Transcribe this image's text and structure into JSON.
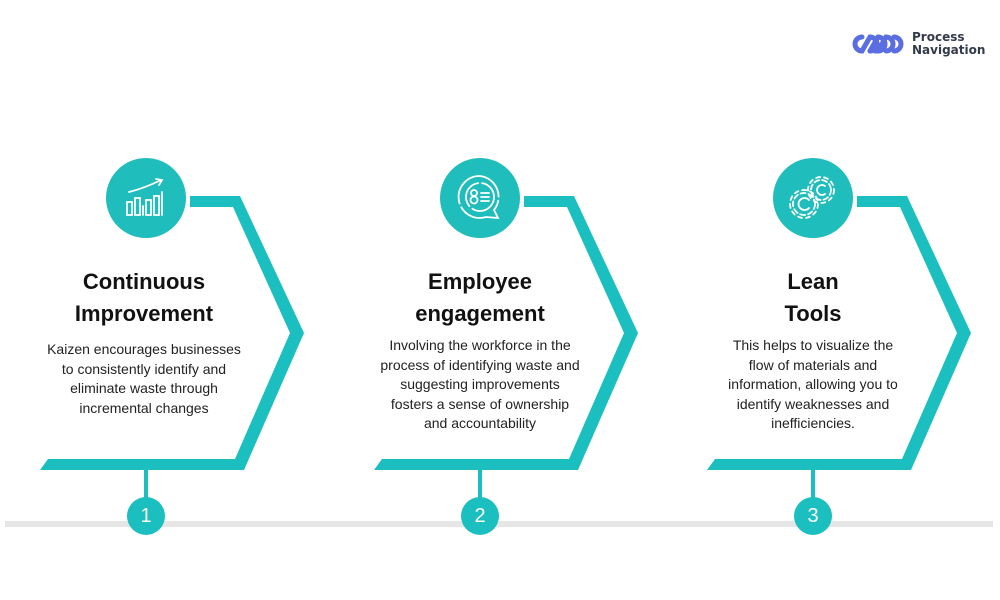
{
  "brand": {
    "line1": "Process",
    "line2": "Navigation",
    "logo_color": "#5b6ee1"
  },
  "colors": {
    "accent": "#1bbfbf",
    "timeline": "#e6e6e6",
    "heading": "#111111",
    "body": "#222222"
  },
  "steps": [
    {
      "number": "1",
      "icon": "growth-chart-icon",
      "title_line1": "Continuous",
      "title_line2": "Improvement",
      "description": "Kaizen encourages businesses to consistently identify and eliminate waste through incremental changes"
    },
    {
      "number": "2",
      "icon": "chat-engagement-icon",
      "title_line1": "Employee",
      "title_line2": "engagement",
      "description": "Involving the workforce in the process of identifying waste and suggesting improvements fosters a sense of ownership and accountability"
    },
    {
      "number": "3",
      "icon": "gears-icon",
      "title_line1": "Lean",
      "title_line2": "Tools",
      "description": "This helps to visualize the flow of materials and information, allowing you to identify weaknesses and inefficiencies."
    }
  ]
}
